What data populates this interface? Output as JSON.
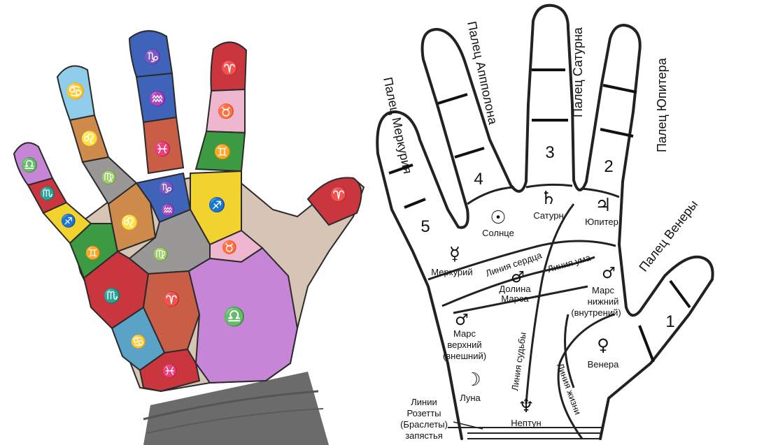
{
  "left_hand": {
    "signs": {
      "cancer": "♋",
      "capricorn": "♑",
      "aquarius": "♒",
      "aries": "♈",
      "taurus": "♉",
      "gemini": "♊",
      "leo": "♌",
      "pisces": "♓",
      "virgo": "♍",
      "libra": "♎",
      "scorpio": "♏",
      "sagittarius": "♐"
    },
    "colors": {
      "purple": "#b66fd0",
      "red": "#c9363d",
      "green": "#3c9a42",
      "yellow": "#f2d22e",
      "blue": "#3f63b9",
      "terracotta": "#c75e45",
      "pink": "#eeb6cf",
      "skyblue": "#8fcdea",
      "orange": "#cf8b4c",
      "gray": "#9a9797",
      "lilac": "#c685d6",
      "teal": "#5aa3c6",
      "skin": "#d6c4b4",
      "sleeve": "#6f6f6f"
    }
  },
  "right_hand": {
    "finger_labels": {
      "mercury": "Палец Меркурия",
      "apollo": "Палец Аппполона",
      "saturn": "Палец Сатурна",
      "jupiter": "Палец Юпитера",
      "venus": "Палец Венеры"
    },
    "finger_numbers": {
      "n1": "1",
      "n2": "2",
      "n3": "3",
      "n4": "4",
      "n5": "5"
    },
    "planet_symbols": {
      "saturn": "♄",
      "jupiter": "♃",
      "sun": "☉",
      "mercury": "☿",
      "mars": "♂",
      "venus": "♀",
      "moon": "☽",
      "neptune": "♆"
    },
    "mounts": {
      "saturn": "Сатурн",
      "jupiter": "Юпитер",
      "sun": "Солнце",
      "mercury": "Меркурий",
      "plain_mars_1": "Долина",
      "plain_mars_2": "Марса",
      "mars_lower_1": "Марс",
      "mars_lower_2": "нижний",
      "mars_lower_3": "(внутрений)",
      "mars_upper_1": "Марс",
      "mars_upper_2": "верхний",
      "mars_upper_3": "(внешний)",
      "venus": "Венера",
      "moon": "Луна",
      "neptune": "Нептун"
    },
    "lines": {
      "heart": "Линия сердца",
      "head": "Линия ума",
      "fate": "Линия судьбы",
      "life": "Линия жизни"
    },
    "rascette": {
      "l1": "Линии",
      "l2": "Розетты",
      "l3": "(Браслеты)",
      "l4": "запястья"
    }
  }
}
